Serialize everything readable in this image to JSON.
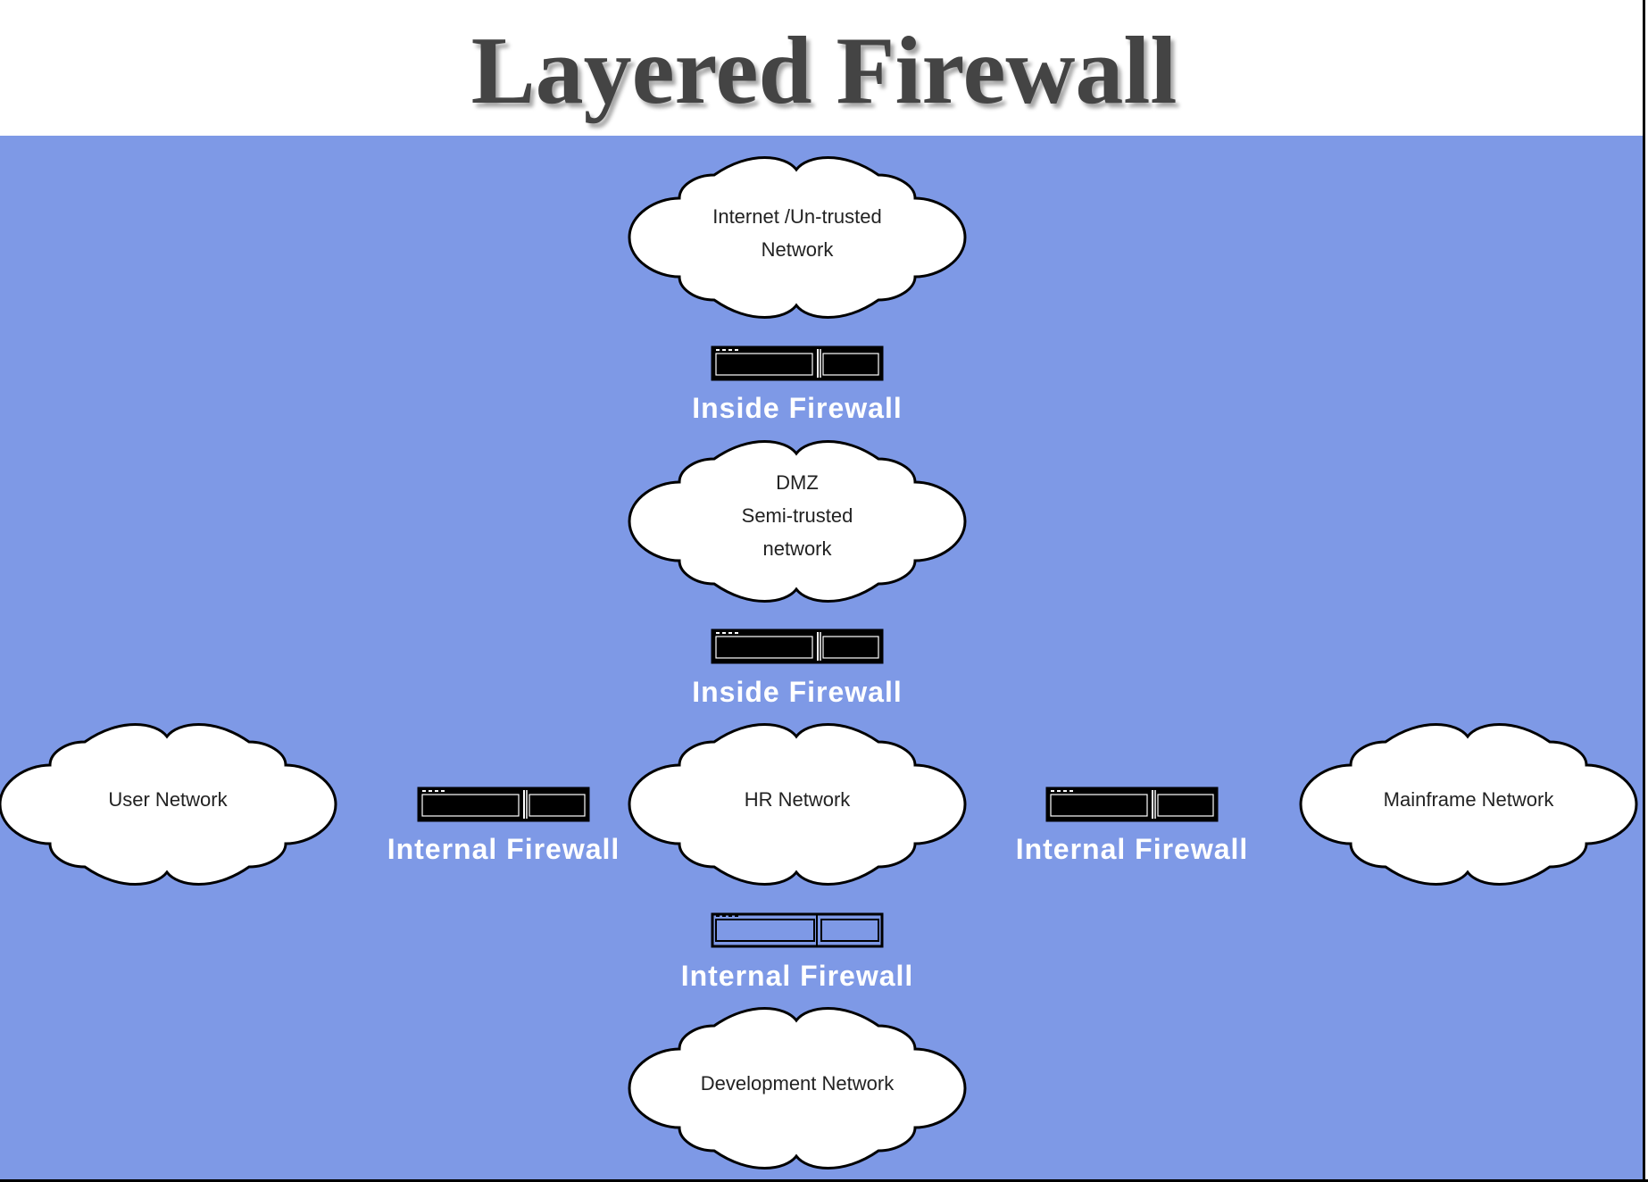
{
  "title": "Layered Firewall",
  "colors": {
    "background": "#7e99e6",
    "cloud_fill": "#ffffff",
    "outline": "#000000",
    "firewall_label": "#ffffff",
    "title": "#444444"
  },
  "networks": [
    {
      "id": "internet",
      "lines": [
        "Internet /Un-trusted",
        "Network"
      ]
    },
    {
      "id": "dmz",
      "lines": [
        "DMZ",
        "Semi-trusted",
        "network"
      ]
    },
    {
      "id": "hr",
      "lines": [
        "HR Network"
      ]
    },
    {
      "id": "user",
      "lines": [
        "User Network"
      ]
    },
    {
      "id": "mainframe",
      "lines": [
        "Mainframe Network"
      ]
    },
    {
      "id": "development",
      "lines": [
        "Development Network"
      ]
    }
  ],
  "firewalls": [
    {
      "id": "fw1",
      "label": "Inside Firewall",
      "style": "solid"
    },
    {
      "id": "fw2",
      "label": "Inside Firewall",
      "style": "solid"
    },
    {
      "id": "fw3",
      "label": "Internal Firewall",
      "style": "solid"
    },
    {
      "id": "fw4",
      "label": "Internal Firewall",
      "style": "solid"
    },
    {
      "id": "fw5",
      "label": "Internal Firewall",
      "style": "outline"
    }
  ]
}
